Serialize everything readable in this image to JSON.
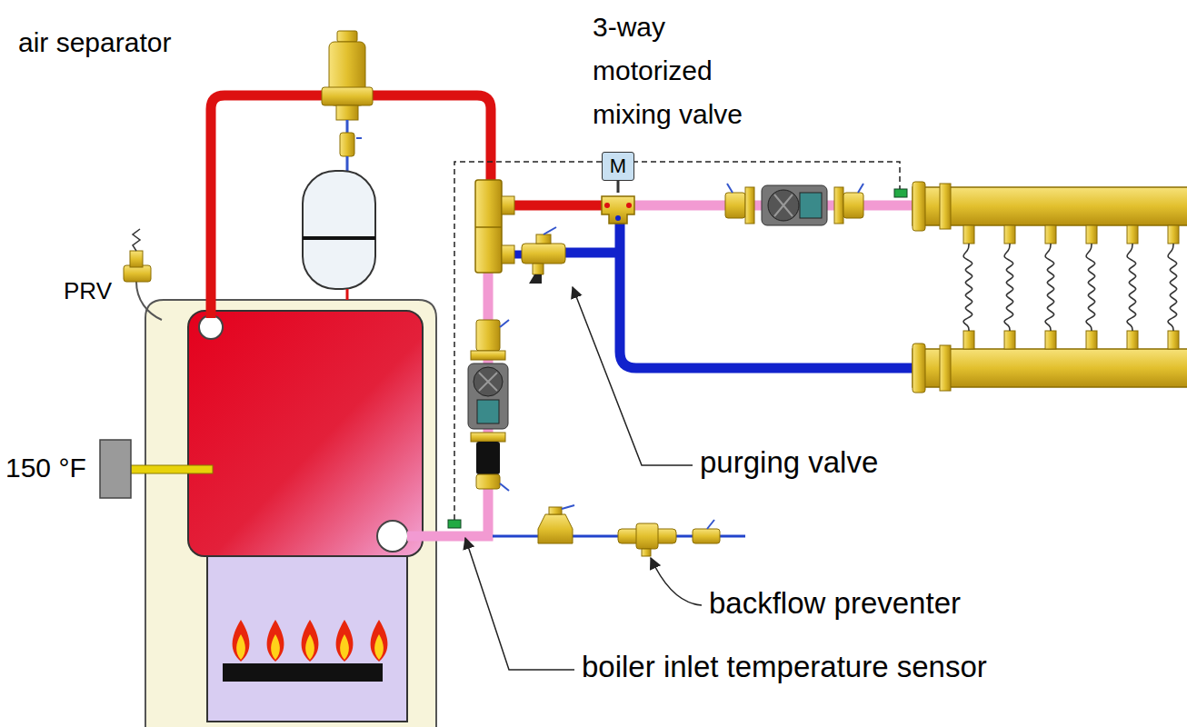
{
  "diagram": {
    "nodes": [
      {
        "text": [
          "M"
        ]
      }
    ],
    "edges": [],
    "labels": [
      "air separator",
      "3-way motorized mixing valve",
      "PRV",
      "150 °F",
      "purging valve",
      "backflow preventer",
      "boiler inlet temperature sensor"
    ]
  }
}
